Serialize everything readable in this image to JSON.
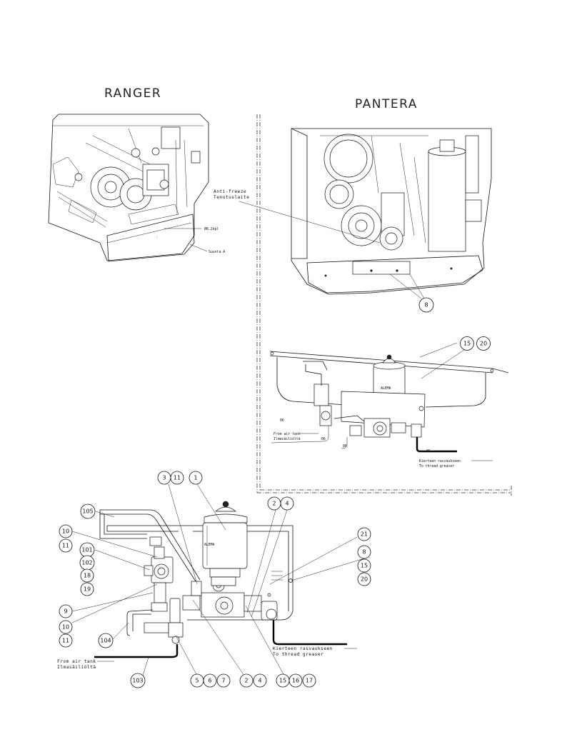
{
  "views": {
    "ranger": {
      "title": "RANGER",
      "dim_label": "Ø8.2kpl",
      "view_label": "Suunta A"
    },
    "pantera": {
      "title": "PANTERA"
    }
  },
  "callouts": {
    "antifreeze": {
      "line1": "Anti-freeze",
      "line2": "Tenutuslaite"
    },
    "from_air_tank": {
      "line1": "From air tank",
      "line2": "Ilmasäiliöltä"
    },
    "thread_greaser": {
      "line1": "Kierteen rasvaukseen",
      "line2": "To thread greaser"
    },
    "pipe_size": "06",
    "brand": "ALEMA"
  },
  "balloons": {
    "pantera_main": [
      "8",
      "15",
      "20"
    ],
    "detail": [
      "3",
      "11",
      "1",
      "2",
      "4",
      "105",
      "10",
      "11",
      "101",
      "102",
      "18",
      "19",
      "9",
      "10",
      "11",
      "104",
      "103",
      "5",
      "6",
      "7",
      "2",
      "4",
      "15",
      "16",
      "17",
      "21",
      "8",
      "15",
      "20"
    ]
  }
}
